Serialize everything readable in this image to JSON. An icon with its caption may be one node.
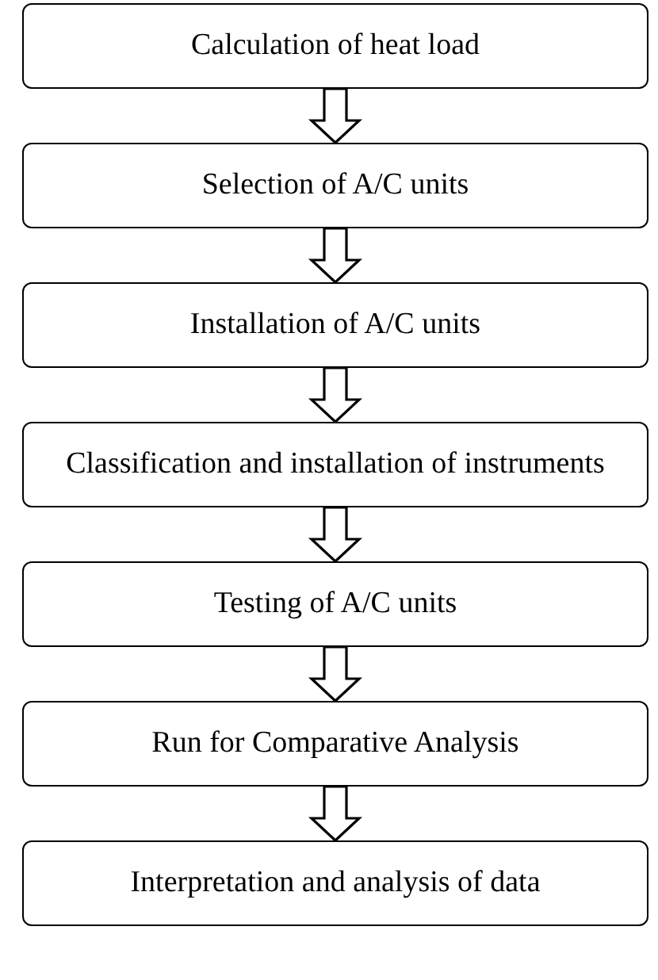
{
  "diagram": {
    "nodes": [
      {
        "text": [
          "Calculation of heat load"
        ]
      },
      {
        "text": [
          "Selection of A/C units"
        ]
      },
      {
        "text": [
          "Installation of A/C units"
        ]
      },
      {
        "text": [
          "Classification and installation of instruments"
        ]
      },
      {
        "text": [
          "Testing of A/C units"
        ]
      },
      {
        "text": [
          "Run for Comparative Analysis"
        ]
      },
      {
        "text": [
          "Interpretation and analysis of data"
        ]
      }
    ],
    "edges": [
      {
        "from": 0,
        "to": 1,
        "arrow": "to"
      },
      {
        "from": 1,
        "to": 2,
        "arrow": "to"
      },
      {
        "from": 2,
        "to": 3,
        "arrow": "to"
      },
      {
        "from": 3,
        "to": 4,
        "arrow": "to"
      },
      {
        "from": 4,
        "to": 5,
        "arrow": "to"
      },
      {
        "from": 5,
        "to": 6,
        "arrow": "to"
      }
    ]
  }
}
